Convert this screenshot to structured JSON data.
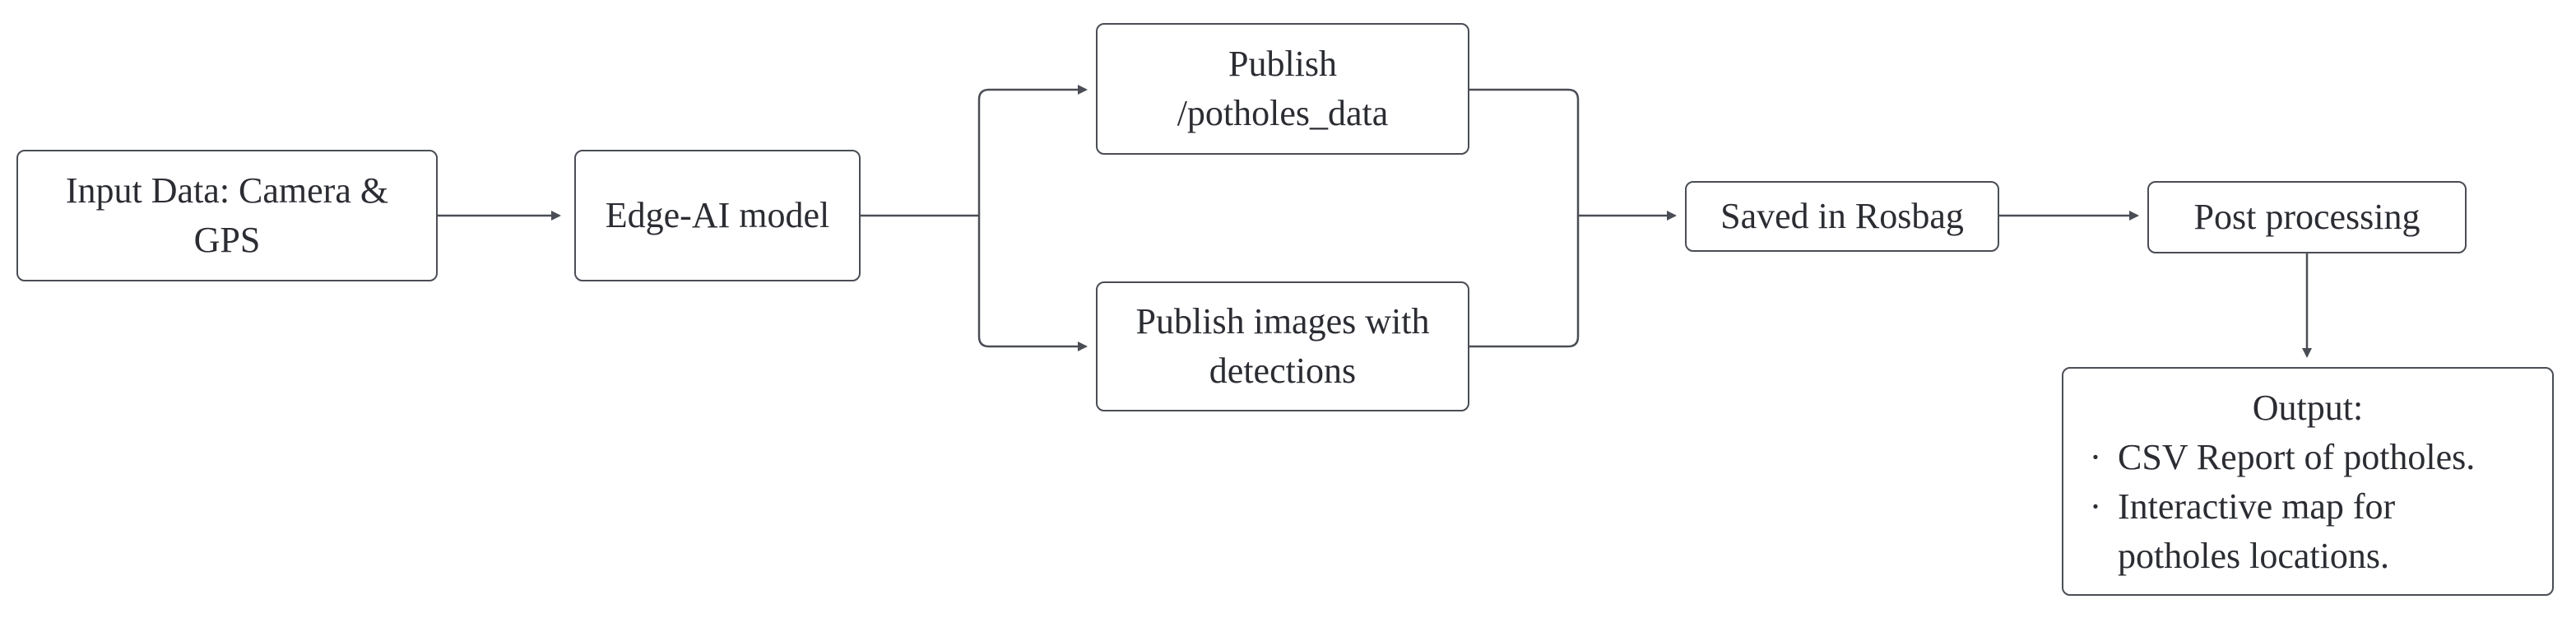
{
  "nodes": {
    "input": {
      "lines": [
        "Input Data: Camera &",
        "GPS"
      ]
    },
    "model": {
      "lines": [
        "Edge-AI model"
      ]
    },
    "publish_data": {
      "lines": [
        "Publish",
        "/potholes_data"
      ]
    },
    "publish_images": {
      "lines": [
        "Publish images with",
        "detections"
      ]
    },
    "rosbag": {
      "lines": [
        "Saved in Rosbag"
      ]
    },
    "post": {
      "lines": [
        "Post processing"
      ]
    },
    "output": {
      "title": "Output:",
      "bullet": "·",
      "items": [
        "CSV Report of potholes.",
        "Interactive map for",
        "potholes locations."
      ]
    }
  },
  "colors": {
    "stroke": "#4a4d55",
    "text": "#2b2d33",
    "background": "#ffffff"
  }
}
